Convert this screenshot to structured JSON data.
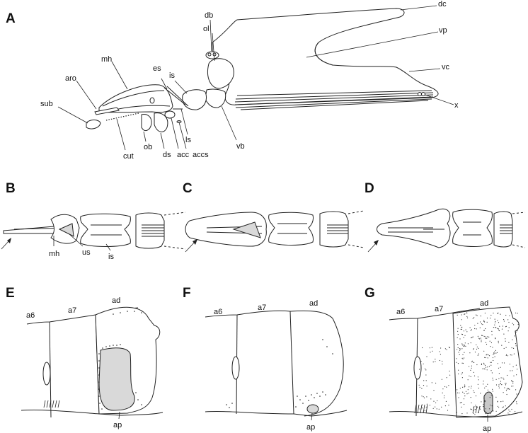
{
  "panels": {
    "A": "A",
    "B": "B",
    "C": "C",
    "D": "D",
    "E": "E",
    "F": "F",
    "G": "G"
  },
  "labels_A": {
    "db": "db",
    "dc": "dc",
    "ol": "ol",
    "vp": "vp",
    "mh": "mh",
    "is": "is",
    "es": "es",
    "aro": "aro",
    "vc": "vc",
    "sub": "sub",
    "x": "x",
    "ob": "ob",
    "ds": "ds",
    "acc": "acc",
    "accs": "accs",
    "ls": "ls",
    "vb": "vb",
    "cut": "cut"
  },
  "labels_B": {
    "mh": "mh",
    "us": "us",
    "is": "is"
  },
  "labels_E": {
    "a6": "a6",
    "a7": "a7",
    "ad": "ad",
    "ap": "ap"
  },
  "labels_F": {
    "a6": "a6",
    "a7": "a7",
    "ad": "ad",
    "ap": "ap"
  },
  "labels_G": {
    "a6": "a6",
    "a7": "a7",
    "ad": "ad",
    "ap": "ap"
  }
}
